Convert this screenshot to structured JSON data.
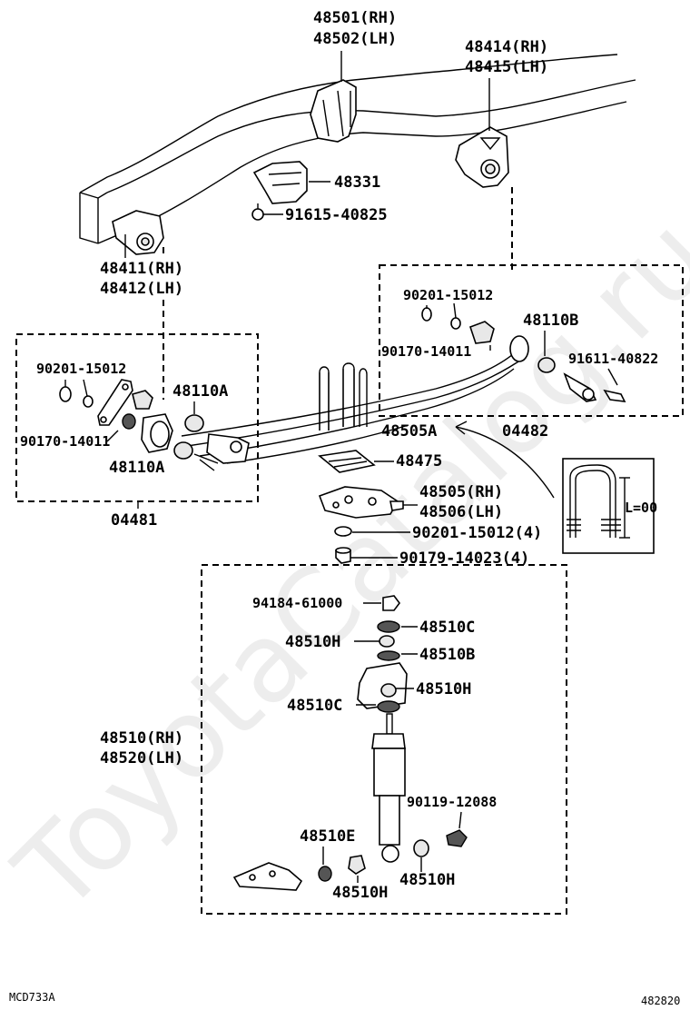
{
  "labels": {
    "bracket_rh": "48501(RH)",
    "bracket_lh": "48502(LH)",
    "hanger_rh": "48414(RH)",
    "hanger_lh": "48415(LH)",
    "bumper": "48331",
    "bumper_bolt": "91615-40825",
    "front_hanger_rh": "48411(RH)",
    "front_hanger_lh": "48412(LH)",
    "rear_nut": "90201-15012",
    "bushing_b": "48110B",
    "rear_bolt_a": "90170-14011",
    "rear_bolt_b": "91611-40822",
    "front_nut": "90201-15012",
    "bushing_a_top": "48110A",
    "front_bolt": "90170-14011",
    "bushing_a_bottom": "48110A",
    "front_shackle_kit": "04481",
    "u_bolt": "48505A",
    "rear_shackle_kit": "04482",
    "spacer": "48475",
    "seat_rh": "48505(RH)",
    "seat_lh": "48506(LH)",
    "seat_washer": "90201-15012(4)",
    "seat_nut": "90179-14023(4)",
    "inset_dim": "L=00",
    "shock_nut": "94184-61000",
    "shock_c_top": "48510C",
    "shock_h_top": "48510H",
    "shock_b": "48510B",
    "shock_h_mid": "48510H",
    "shock_c_mid": "48510C",
    "shock_rh": "48510(RH)",
    "shock_lh": "48520(LH)",
    "shock_bolt": "90119-12088",
    "shock_e": "48510E",
    "shock_h_low_left": "48510H",
    "shock_h_low_right": "48510H",
    "corner_left": "MCD733A",
    "corner_right": "482820",
    "watermark": "ToyotaCatalog.ru"
  }
}
